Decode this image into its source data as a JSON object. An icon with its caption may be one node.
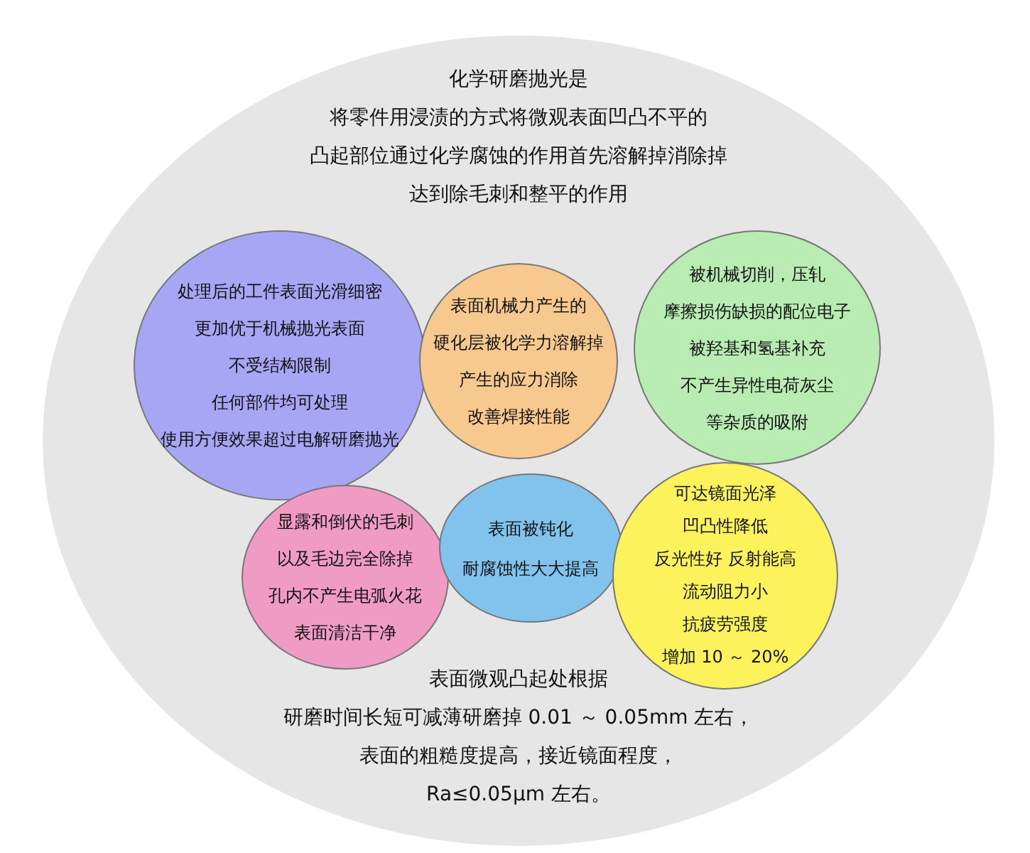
{
  "diagram": {
    "nodes": [
      {
        "text": [
          "化学研磨抛光是",
          "将零件用浸渍的方式将微观表面凹凸不平的",
          "凸起部位通过化学腐蚀的作用首先溶解掉消除掉",
          "达到除毛刺和整平的作用",
          "表面微观凸起处根据",
          "研磨时间长短可减薄研磨掉 0.01 ～ 0.05mm 左右，",
          "表面的粗糙度提高，接近镜面程度，",
          "Ra≤0.05μm 左右。"
        ]
      },
      {
        "text": [
          "处理后的工件表面光滑细密",
          "更加优于机械抛光表面",
          "不受结构限制",
          "任何部件均可处理",
          "使用方便效果超过电解研磨抛光"
        ],
        "in": 0
      },
      {
        "text": [
          "表面机械力产生的",
          "硬化层被化学力溶解掉",
          "产生的应力消除",
          "改善焊接性能"
        ],
        "in": 0
      },
      {
        "text": [
          "被机械切削，压轧",
          "摩擦损伤缺损的配位电子",
          "被羟基和氢基补充",
          "不产生异性电荷灰尘",
          "等杂质的吸附"
        ],
        "in": 0
      },
      {
        "text": [
          "显露和倒伏的毛刺",
          "以及毛边完全除掉",
          "孔内不产生电弧火花",
          "表面清洁干净"
        ],
        "in": 0
      },
      {
        "text": [
          "表面被钝化",
          "耐腐蚀性大大提高"
        ],
        "in": 0
      },
      {
        "text": [
          "可达镜面光泽",
          "凹凸性降低",
          "反光性好 反射能高",
          "流动阻力小",
          "抗疲劳强度",
          "增加 10 ～ 20%"
        ],
        "in": 0
      }
    ]
  }
}
